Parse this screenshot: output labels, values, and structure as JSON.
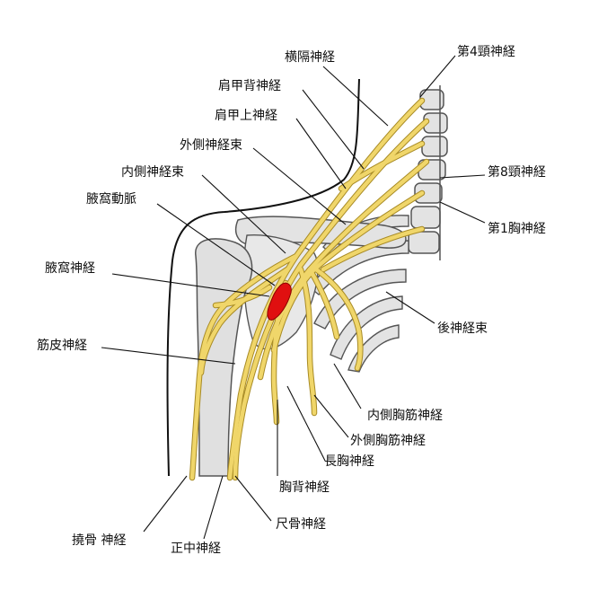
{
  "labels": {
    "c4": "第4頸神経",
    "phrenic": "横隔神経",
    "dorsal_scapular": "肩甲背神経",
    "suprascapular": "肩甲上神経",
    "lateral_cord": "外側神経束",
    "medial_cord": "内側神経束",
    "axillary_artery": "腋窩動脈",
    "axillary_nerve": "腋窩神経",
    "musculocutaneous": "筋皮神経",
    "c8": "第8頸神経",
    "t1": "第1胸神経",
    "posterior_cord": "後神経束",
    "medial_pectoral": "内側胸筋神経",
    "lateral_pectoral": "外側胸筋神経",
    "long_thoracic": "長胸神経",
    "thoracodorsal": "胸背神経",
    "radial": "撓骨 神経",
    "median": "正中神経",
    "ulnar": "尺骨神経"
  },
  "colors": {
    "nerve": "#f0d66a",
    "nerve_outline": "#a88b25",
    "bone": "#e3e3e3",
    "bone_outline": "#555555",
    "artery": "#e01010",
    "leader": "#111111"
  }
}
